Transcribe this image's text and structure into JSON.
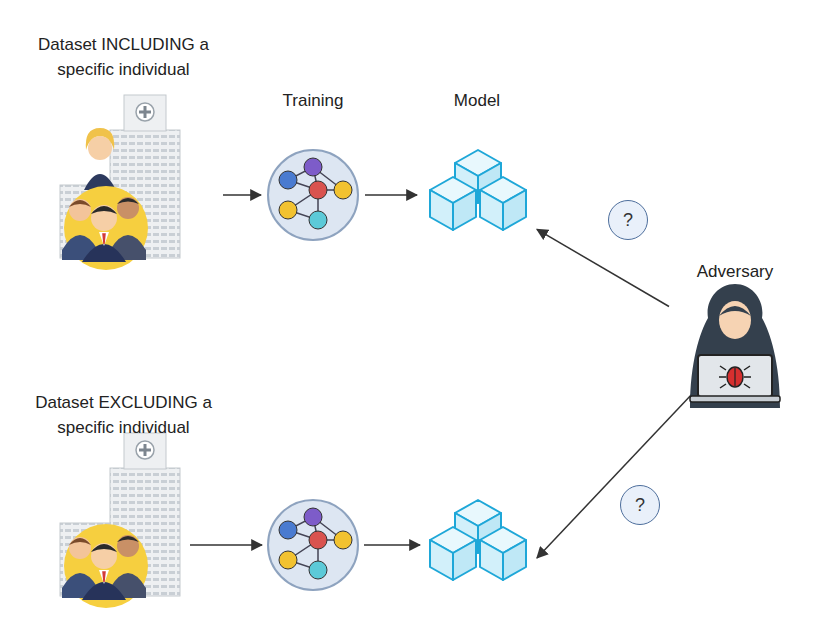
{
  "diagram": {
    "nodes": [
      {
        "text": [
          "Dataset INCLUDING a specific individual"
        ]
      },
      {
        "text": [
          "Training"
        ]
      },
      {
        "text": [
          "Model"
        ]
      },
      {
        "text": [
          "?"
        ]
      },
      {
        "text": [
          "Adversary"
        ]
      },
      {
        "text": [
          "Dataset EXCLUDING a specific individual"
        ]
      },
      {
        "text": [
          "?"
        ]
      }
    ],
    "edges": [
      {
        "from": 0,
        "to": 1,
        "arrow": "to"
      },
      {
        "from": 1,
        "to": 2,
        "arrow": "to"
      },
      {
        "from": 4,
        "to": 2,
        "arrow": "to"
      }
    ]
  }
}
